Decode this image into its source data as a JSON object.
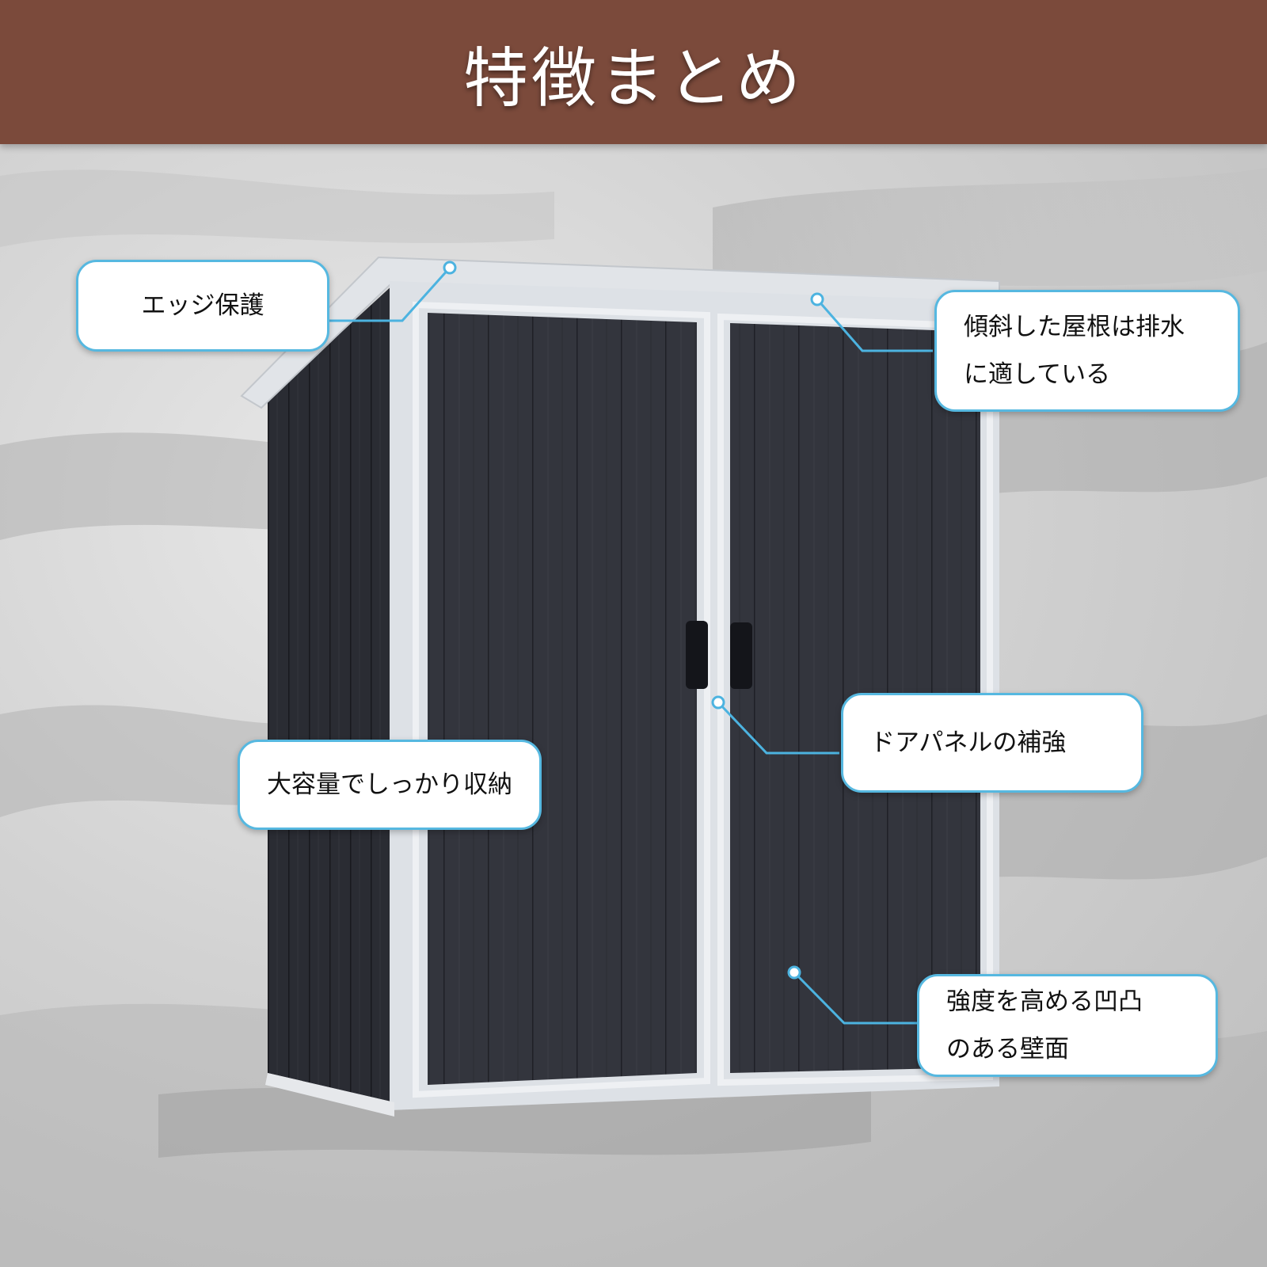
{
  "header": {
    "title": "特徴まとめ"
  },
  "colors": {
    "header_bg": "#7b4a3b",
    "callout_border": "#56b8e0",
    "leader_line": "#4cb3e0",
    "shed_panel": "#33353d",
    "shed_frame": "#dde1e6"
  },
  "callouts": {
    "edge": {
      "text": "エッジ保護"
    },
    "roof": {
      "line1": "傾斜した屋根は排水",
      "line2": "に適している"
    },
    "capacity": {
      "text": "大容量でしっかり収納"
    },
    "door": {
      "text": "ドアパネルの補強"
    },
    "wall": {
      "line1": "強度を高める凹凸",
      "line2": "のある壁面"
    }
  },
  "product": {
    "image": "storage-shed"
  }
}
